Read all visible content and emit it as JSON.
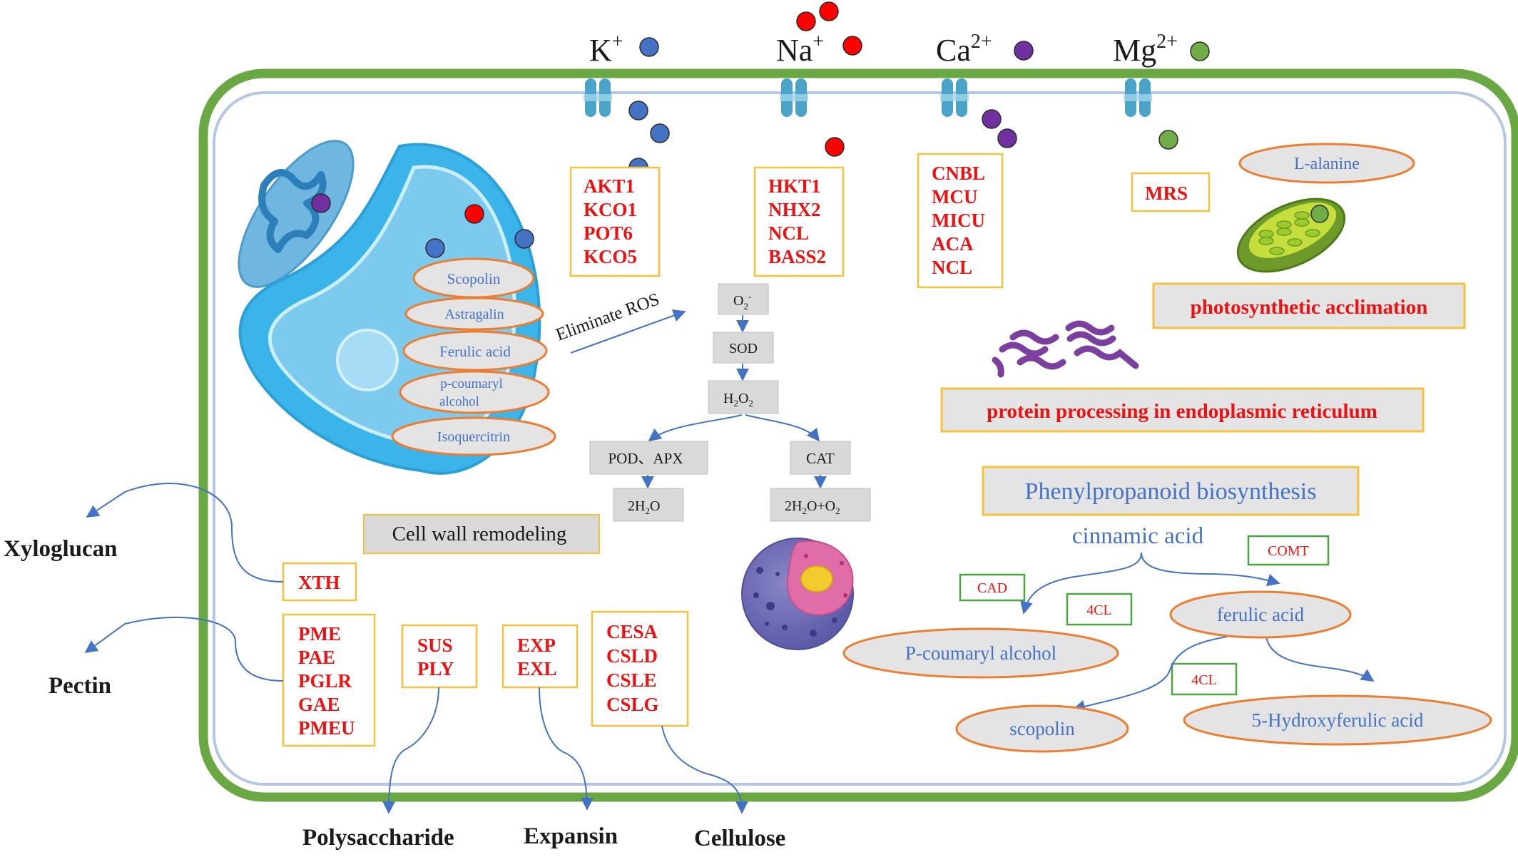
{
  "colors": {
    "cell_wall": "#6aa843",
    "membrane": "#b4c7e7",
    "box_yellow": "#f5c23b",
    "box_green": "#4aa640",
    "text_red": "#ee1111",
    "text_blue": "#4472c4",
    "ellipse_fill": "#e4e4e4",
    "ellipse_stroke": "#ed7d31",
    "arrow_blue": "#4472c4",
    "ion_k": "#4472c4",
    "ion_na": "#ff0000",
    "ion_ca": "#7030a0",
    "ion_mg": "#70ad47",
    "gray_box": "#d9d9d9"
  },
  "ions": [
    {
      "base": "K",
      "sup": "+"
    },
    {
      "base": "Na",
      "sup": "+"
    },
    {
      "base": "Ca",
      "sup": "2+"
    },
    {
      "base": "Mg",
      "sup": "2+"
    }
  ],
  "transporters": {
    "k": [
      "AKT1",
      "KCO1",
      "POT6",
      "KCO5"
    ],
    "na": [
      "HKT1",
      "NHX2",
      "NCL",
      "BASS2"
    ],
    "ca": [
      "CNBL",
      "MCU",
      "MICU",
      "ACA",
      "NCL"
    ],
    "mg": [
      "MRS"
    ]
  },
  "vacuole_metabolites": [
    "Scopolin",
    "Astragalin",
    "Ferulic acid",
    "p-coumaryl",
    "alcohol",
    "Isoquercitrin"
  ],
  "eliminate_ros": "Eliminate ROS",
  "ros": {
    "o2": {
      "base": "O",
      "sub": "2",
      "sup": "-"
    },
    "sod": "SOD",
    "h2o2": {
      "a": "H",
      "sub1": "2",
      "b": "O",
      "sub2": "2"
    },
    "pod": "POD、APX",
    "cat": "CAT",
    "h2o": {
      "a": "2H",
      "sub1": "2",
      "b": "O"
    },
    "h2o_o2": {
      "a": "2H",
      "sub1": "2",
      "b": "O+O",
      "sub2": "2"
    }
  },
  "cell_wall_remodeling": "Cell wall remodeling",
  "l_alanine": "L-alanine",
  "photosynthetic": "photosynthetic acclimation",
  "protein_processing": "protein processing in endoplasmic reticulum",
  "phenylpropanoid": {
    "title": "Phenylpropanoid biosynthesis",
    "cinnamic": "cinnamic acid",
    "comt": "COMT",
    "cad": "CAD",
    "fourcl_a": "4CL",
    "fourcl_b": "4CL",
    "ferulic": "ferulic acid",
    "pcoumaryl": "P-coumaryl alcohol",
    "scopolin": "scopolin",
    "hydroxyferulic": "5-Hydroxyferulic acid"
  },
  "wall_genes": {
    "xth": [
      "XTH"
    ],
    "pme": [
      "PME",
      "PAE",
      "PGLR",
      "GAE",
      "PMEU"
    ],
    "sus": [
      "SUS",
      "PLY"
    ],
    "exp": [
      "EXP",
      "EXL"
    ],
    "cesa": [
      "CESA",
      "CSLD",
      "CSLE",
      "CSLG"
    ]
  },
  "products": {
    "xyloglucan": "Xyloglucan",
    "pectin": "Pectin",
    "polysaccharide": "Polysaccharide",
    "expansin": "Expansin",
    "cellulose": "Cellulose"
  }
}
